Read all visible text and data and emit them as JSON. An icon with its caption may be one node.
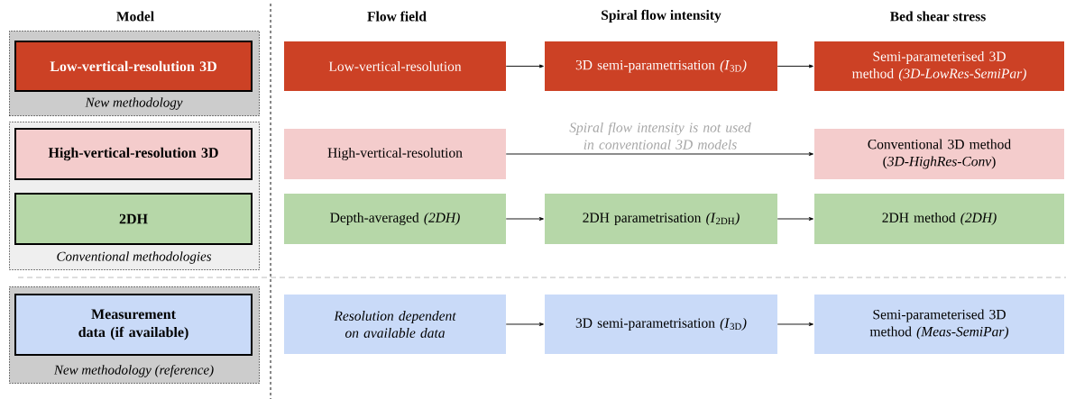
{
  "diagram": {
    "nodes": [
      {
        "text": [
          "New methodology"
        ]
      },
      {
        "text": [
          "Low-vertical-resolution 3D"
        ],
        "in": 0
      },
      {
        "text": [
          "Conventional methodologies"
        ]
      },
      {
        "text": [
          "High-vertical-resolution 3D"
        ],
        "in": 2
      },
      {
        "text": [
          "2DH"
        ],
        "in": 2
      },
      {
        "text": [
          "New methodology (reference)"
        ]
      },
      {
        "text": [
          "Measurement data (if available)"
        ],
        "in": 5
      },
      {
        "text": [
          "Low-vertical-resolution"
        ]
      },
      {
        "text": [
          "3D semi-parametrisation *(I*$_{3D}$*)*"
        ]
      },
      {
        "text": [
          "Semi-parameterised 3D method *(3D-LowRes-SemiPar)*"
        ]
      },
      {
        "text": [
          "High-vertical-resolution"
        ]
      },
      {
        "text": [
          "Conventional 3D method (*3D-HighRes-Conv*)"
        ]
      },
      {
        "text": [
          "Depth-averaged *(2DH)*"
        ]
      },
      {
        "text": [
          "2DH parametrisation *(I*$_{2DH}$*)*"
        ]
      },
      {
        "text": [
          "2DH method *(2DH)*"
        ]
      },
      {
        "text": [
          "*Resolution dependent on available data*"
        ]
      },
      {
        "text": [
          "3D semi-parametrisation *(I*$_{3D}$*)*"
        ]
      },
      {
        "text": [
          "Semi-parameterised 3D method *(Meas-SemiPar)*"
        ]
      }
    ],
    "edges": [
      {
        "from": 7,
        "to": 8,
        "arrow": "to"
      },
      {
        "from": 8,
        "to": 9,
        "arrow": "to"
      },
      {
        "from": 10,
        "to": 11,
        "arrow": "to",
        "label": "Spiral flow intensity is not used in conventional 3D models"
      },
      {
        "from": 12,
        "to": 13,
        "arrow": "to"
      },
      {
        "from": 13,
        "to": 14,
        "arrow": "to"
      },
      {
        "from": 15,
        "to": 16,
        "arrow": "to"
      },
      {
        "from": 16,
        "to": 17,
        "arrow": "to"
      }
    ],
    "labels": [
      "Model",
      "Flow field",
      "Spiral flow intensity",
      "Bed shear stress"
    ]
  }
}
